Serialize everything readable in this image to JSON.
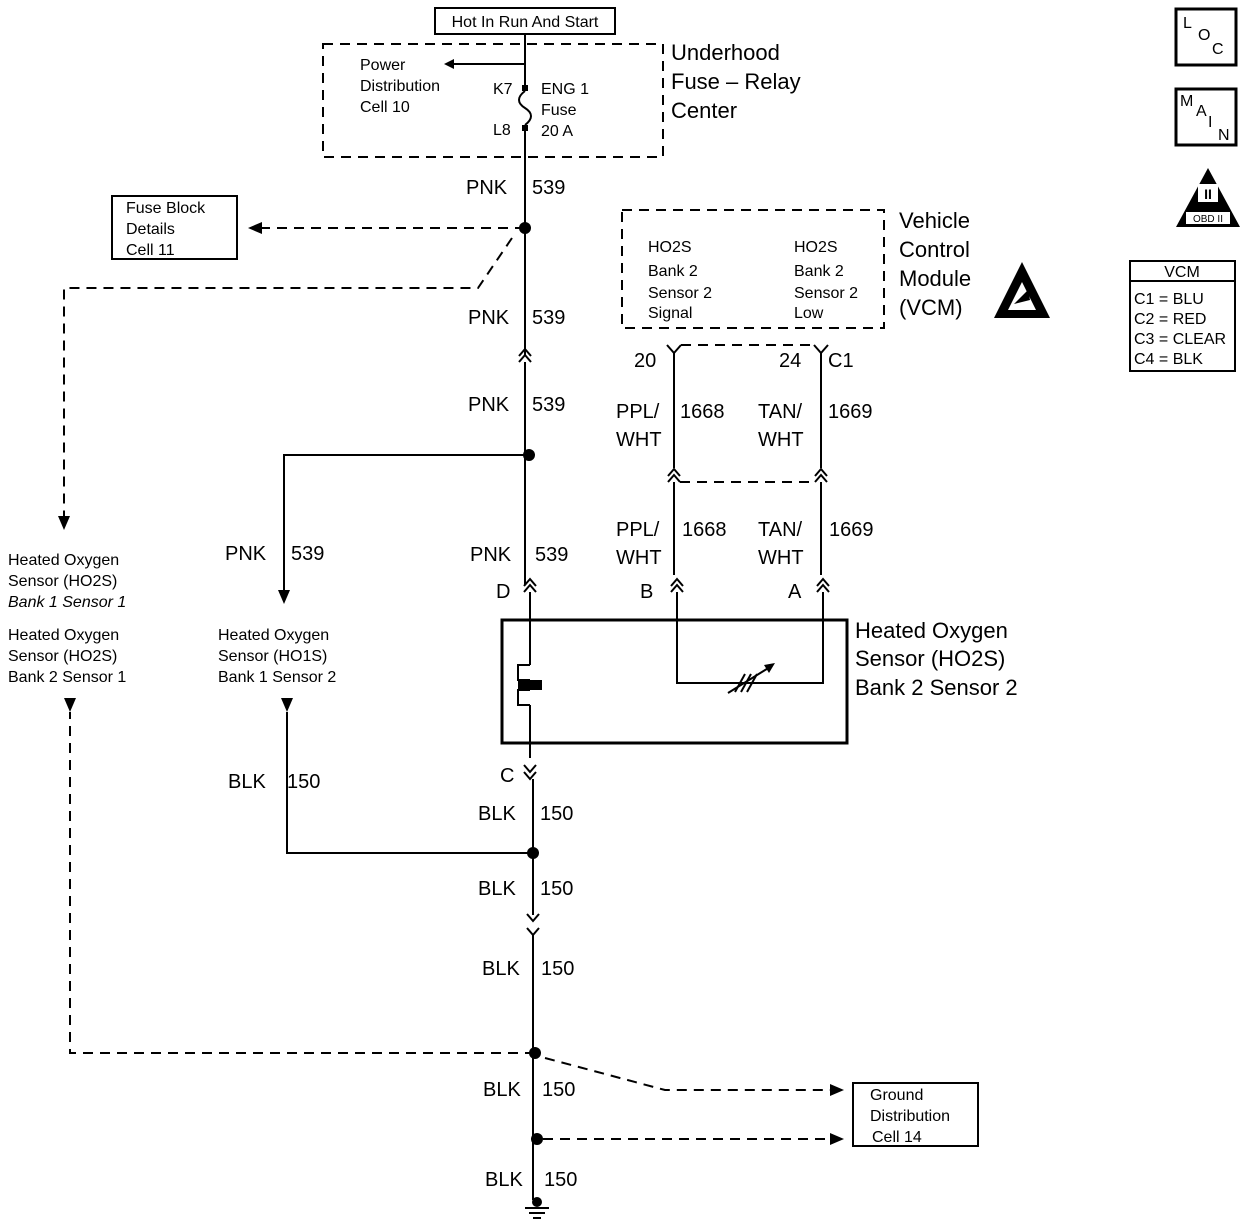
{
  "header": {
    "hot_label": "Hot In Run And Start"
  },
  "fuse_center": {
    "title": [
      "Underhood",
      "Fuse – Relay",
      "Center"
    ],
    "power_dist": [
      "Power",
      "Distribution",
      "Cell 10"
    ],
    "pin_k7": "K7",
    "pin_l8": "L8",
    "fuse_label": [
      "ENG 1",
      "Fuse",
      "20 A"
    ]
  },
  "fuse_block": [
    "Fuse Block",
    "Details",
    "Cell 11"
  ],
  "wires": {
    "pnk": "PNK",
    "c539": "539",
    "blk": "BLK",
    "c150": "150",
    "ppl_wht": [
      "PPL/",
      "WHT"
    ],
    "c1668": "1668",
    "tan_wht": [
      "TAN/",
      "WHT"
    ],
    "c1669": "1669"
  },
  "vcm": {
    "title": [
      "Vehicle",
      "Control",
      "Module",
      "(VCM)"
    ],
    "signal_label": [
      "HO2S",
      "Bank 2",
      "Sensor 2",
      "Signal"
    ],
    "low_label": [
      "HO2S",
      "Bank 2",
      "Sensor 2",
      "Low"
    ],
    "pin_20": "20",
    "pin_24": "24",
    "conn_c1": "C1"
  },
  "sensor": {
    "title": [
      "Heated Oxygen",
      "Sensor (HO2S)",
      "Bank 2 Sensor 2"
    ],
    "pin_d": "D",
    "pin_b": "B",
    "pin_a": "A",
    "pin_c": "C"
  },
  "left_sensors": {
    "b1s1": [
      "Heated Oxygen",
      "Sensor (HO2S)",
      "Bank 1 Sensor 1"
    ],
    "b2s1": [
      "Heated Oxygen",
      "Sensor (HO2S)",
      "Bank 2 Sensor 1"
    ],
    "b1s2": [
      "Heated Oxygen",
      "Sensor (HO1S)",
      "Bank 1 Sensor 2"
    ]
  },
  "ground": [
    "Ground",
    "Distribution",
    "Cell 14"
  ],
  "icons": {
    "loc": [
      "L",
      "O",
      "C"
    ],
    "main": [
      "M",
      "A",
      "I",
      "N"
    ],
    "obd_mark": "II",
    "obd_label": "OBD II"
  },
  "legend": {
    "title": "VCM",
    "items": [
      "C1 = BLU",
      "C2 = RED",
      "C3 = CLEAR",
      "C4 = BLK"
    ]
  }
}
